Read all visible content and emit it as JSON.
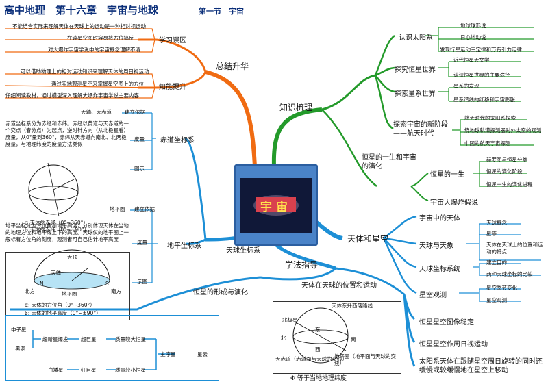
{
  "header": {
    "title": "高中地理　第十六章　宇宙与地球",
    "section": "第一节　宇宙"
  },
  "center": {
    "label": "宇 宙"
  },
  "branches": {
    "summary": "总结升华",
    "knowledge": "知识梳理",
    "method": "学法指导",
    "stars": "天体和星空"
  },
  "summary": {
    "mistakes": {
      "label": "学习误区",
      "items": [
        "不能结合实际来理解天体在天球上的运动是一种相对视运动",
        "在谈星空图时容易将方位搞反",
        "对大爆炸宇宙学说中的宇宙概念理解不清"
      ]
    },
    "ability": {
      "label": "知能提升",
      "items": [
        "可以借助物理上的相对运动知识来理解天体的周日视运动",
        "通过实地观测星空来掌握星空图上的方位",
        "仔细阅读教材，通过模型深入理解大爆炸宇宙学说主要内容"
      ]
    }
  },
  "knowledge": {
    "solar": {
      "label": "认识太阳系",
      "items": [
        "地球球形说",
        "日心地动说",
        "发现行星运动三定律和万有引力定律"
      ]
    },
    "starworld": {
      "label": "探究恒星世界",
      "items": [
        "近代恒星天文学",
        "认识恒星世界的主要途径"
      ]
    },
    "galaxy": {
      "label": "探索星系世界",
      "items": [
        "星系的发现",
        "星系谱线的红移和宇宙膨胀"
      ]
    },
    "newera": {
      "label": "探索宇宙的新阶段——航天时代",
      "items": [
        "航天时代的太阳系探索",
        "绕地球轨道探测器对外太空的观测",
        "中国的航天宇宙探测"
      ]
    },
    "evolution": {
      "label": "恒星的一生和宇宙的演化",
      "life": "恒星的一生",
      "life_items": [
        "赫罗图与恒星分类",
        "恒星的演化阶段",
        "恒星一生的演化进程"
      ],
      "bigbang": "宇宙大爆炸假说"
    }
  },
  "stars": {
    "objects": "宇宙中的天体",
    "phenomena": {
      "label": "天球与天象",
      "items": [
        "天球概念",
        "星等",
        "天体在天球上的位置和运动的特点"
      ]
    },
    "coords": {
      "label": "天球坐标系统",
      "items": [
        "建立目的",
        "两种天球坐标的比较"
      ]
    },
    "observe": {
      "label": "星空观测",
      "items": [
        "星空季节变化",
        "星空观测"
      ]
    }
  },
  "celestial": {
    "root": "天球坐标系",
    "equatorial": {
      "label": "赤道坐标系",
      "basis": "建立依据",
      "basis_text": "天轴、天赤道",
      "measure": "度量",
      "measure_text": "赤道坐标系分为赤经和赤纬。赤经以黄道与天赤道的一个交点（春分点）为起点，逆时针方向（从北极星看）度量，从0°量到360°，赤纬从天赤道向南北、北两极度量，与地理纬度的度量方法类似",
      "figure": "图示",
      "fig_notes": [
        "α:天体的赤经（0°~360°）",
        "β:天体的赤纬（0°~±90°）"
      ]
    },
    "horizontal": {
      "label": "地平坐标系",
      "basis": "建立依据",
      "basis_text": "地平圈",
      "measure": "度量",
      "measure_text": "地平坐标分为方位角和地平高度，分别体现天体在当地的地理方位和地平线上下的高度。天球仪的地平圈上一般标有方位角的刻度，观测者可自己估计地平高度",
      "figure": "示图",
      "fig_notes": [
        "α: 天体的方位角（0°~360°）",
        "β: 天体的地平高度（0°~±90°）"
      ],
      "fig_labels": [
        "北方",
        "南方",
        "地平圈",
        "天顶",
        "天体",
        "N",
        "S"
      ]
    }
  },
  "evolution_chain": {
    "label": "恒星的形成与演化",
    "nodes": [
      "中子星",
      "黑洞",
      "超新星爆发",
      "超巨星",
      "质量较大恒星",
      "主序星",
      "星云",
      "白矮星",
      "红巨星",
      "质量较小恒星"
    ]
  },
  "position": {
    "label": "天体在天球的位置和运动",
    "items": [
      "恒星星空图像稳定",
      "恒星星空作周日视运动",
      "太阳系天体在跟随星空周日旋转的同时还缓慢或较缓慢地在星空上移动"
    ],
    "figure": {
      "caption": "Φ 等于当地地理纬度",
      "labels": [
        "北极星",
        "天体东升西落路线",
        "北",
        "南",
        "东",
        "西",
        "天赤道（赤道面与天球的交线）",
        "地平圈（地平面与天球的交线）"
      ]
    }
  }
}
